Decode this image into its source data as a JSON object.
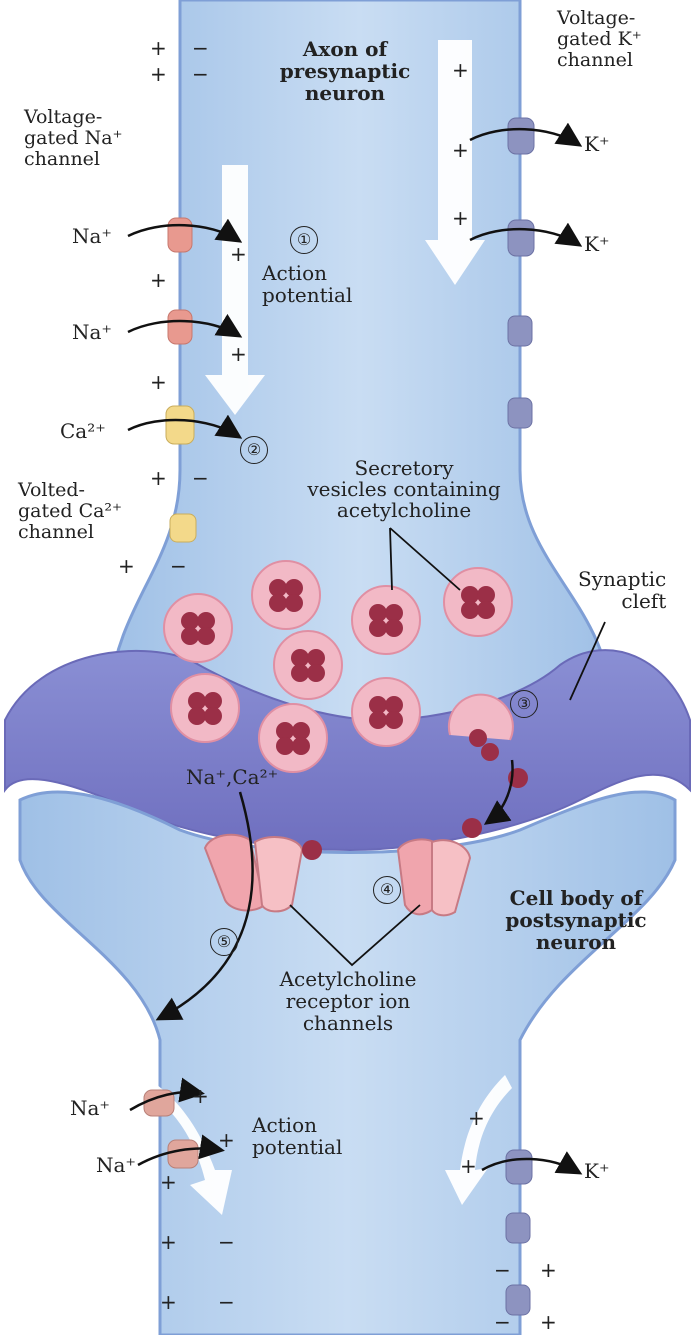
{
  "labels": {
    "axon_title": "Axon of\npresynaptic\nneuron",
    "vg_k": "Voltage-\ngated K⁺\nchannel",
    "vg_na": "Voltage-\ngated Na⁺\nchannel",
    "action_potential_1": "Action\npotential",
    "secretory": "Secretory\nvesicles containing\nacetylcholine",
    "vg_ca": "Volted-\ngated Ca²⁺\nchannel",
    "synaptic_cleft": "Synaptic\ncleft",
    "na_ca": "Na⁺,Ca²⁺",
    "cell_body": "Cell body of\npostsynaptic\nneuron",
    "ach_receptor": "Acetylcholine\nreceptor ion\nchannels",
    "action_potential_2": "Action\npotential",
    "na": "Na⁺",
    "ca": "Ca²⁺",
    "k": "K⁺"
  },
  "steps": [
    "①",
    "②",
    "③",
    "④",
    "⑤"
  ],
  "signs": {
    "plus": "+",
    "minus": "−"
  },
  "colors": {
    "axon_fill": "#b9d3ee",
    "membrane": "#7f9fd6",
    "cleft": "#8f8ed0",
    "na_channel": "#e8998f",
    "ca_channel": "#f3d98a",
    "k_channel": "#8d93c0",
    "vesicle": "#f2b9c6",
    "ach": "#9b2f47",
    "receptor": "#f0a5ad"
  }
}
